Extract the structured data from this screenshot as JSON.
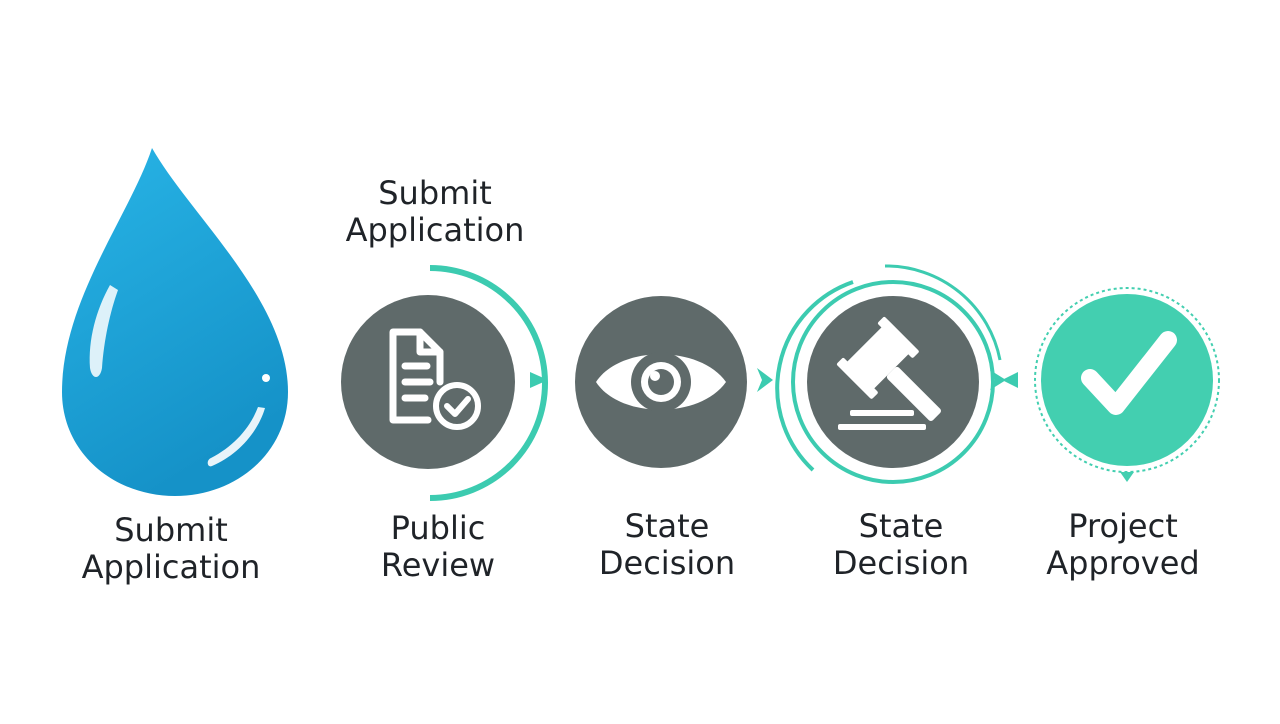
{
  "top_label": {
    "line1": "Submit",
    "line2": "Application"
  },
  "steps": [
    {
      "line1": "Submit",
      "line2": "Application",
      "icon": "water-drop-icon"
    },
    {
      "line1": "Public",
      "line2": "Review",
      "icon": "document-check-icon"
    },
    {
      "line1": "State",
      "line2": "Decision",
      "icon": "eye-icon"
    },
    {
      "line1": "State",
      "line2": "Decision",
      "icon": "gavel-icon"
    },
    {
      "line1": "Project",
      "line2": "Approved",
      "icon": "checkmark-icon"
    }
  ],
  "colors": {
    "drop": "#1aa3d9",
    "circle": "#5f6a6a",
    "accent": "#3ccbb0",
    "approved": "#43cfb0",
    "text": "#1f2328"
  }
}
